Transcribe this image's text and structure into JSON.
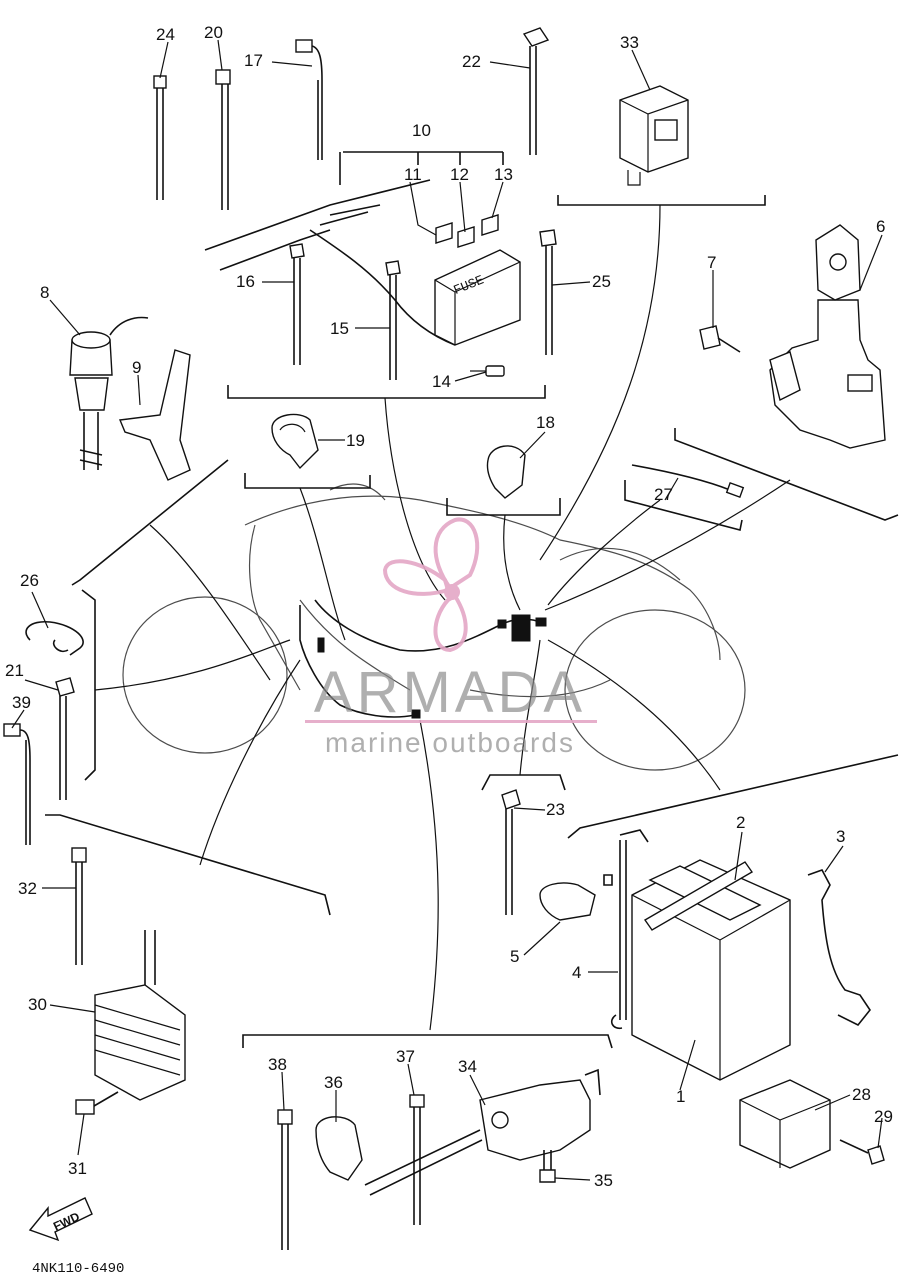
{
  "diagram": {
    "part_numbers": [
      "1",
      "2",
      "3",
      "4",
      "5",
      "6",
      "7",
      "8",
      "9",
      "10",
      "11",
      "12",
      "13",
      "14",
      "15",
      "16",
      "17",
      "18",
      "19",
      "20",
      "21",
      "22",
      "23",
      "24",
      "25",
      "26",
      "27",
      "28",
      "29",
      "30",
      "31",
      "32",
      "33",
      "34",
      "35",
      "36",
      "37",
      "38",
      "39"
    ],
    "fuse_label": "FUSE",
    "fwd_label": "FWD",
    "drawing_code": "4NK110-6490"
  },
  "watermark": {
    "brand": "ARMADA",
    "tagline": "marine outboards",
    "accent_color": "#e4a7c6"
  }
}
